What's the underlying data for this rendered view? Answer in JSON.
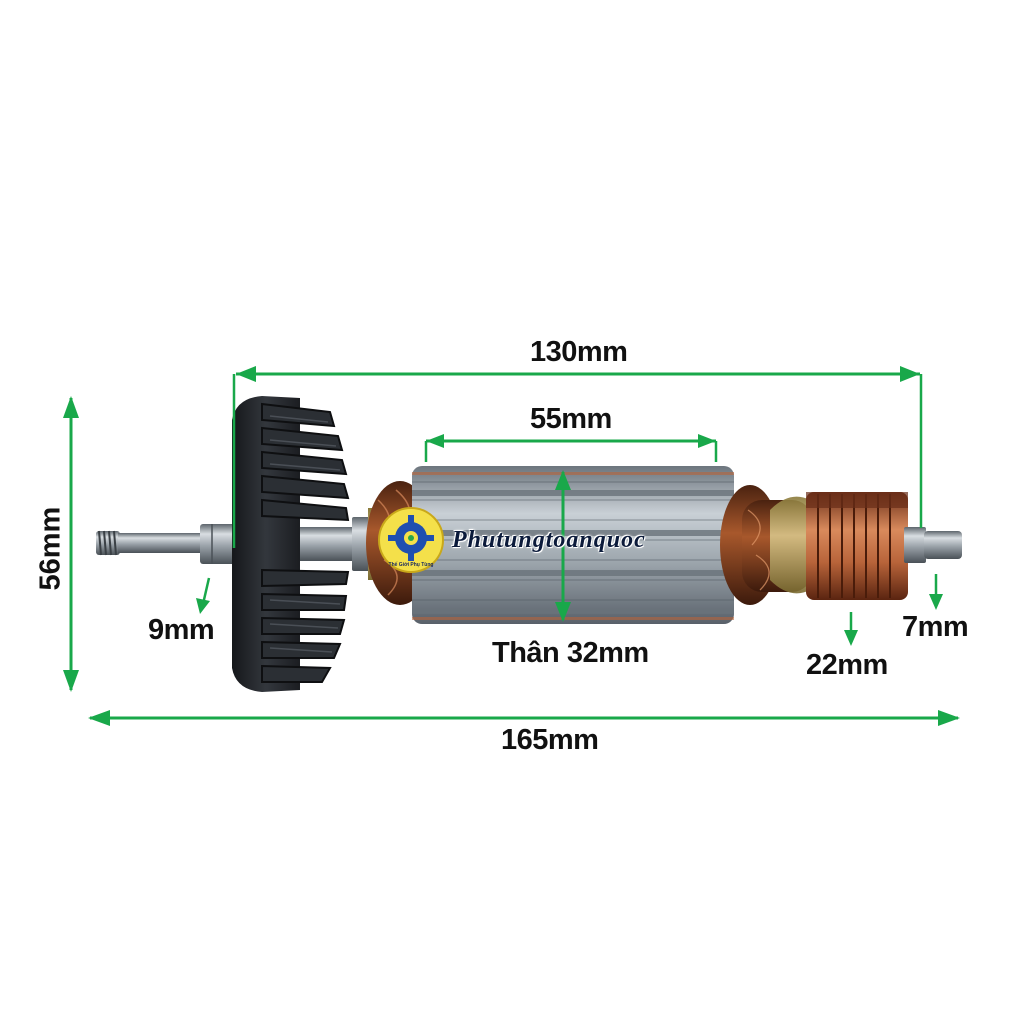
{
  "dimensions": {
    "overall_length": "165mm",
    "body_length": "130mm",
    "core_length": "55mm",
    "height": "56mm",
    "body_diameter": "Thân 32mm",
    "shaft_left": "9mm",
    "commutator": "22mm",
    "shaft_right": "7mm"
  },
  "watermark": {
    "brand": "Phutungtoanquoc",
    "logo_caption": "Thế Giới Phụ Tùng"
  },
  "colors": {
    "arrow": "#19a84a",
    "background": "#ffffff",
    "label": "#111111",
    "copper": "#b8643a",
    "steel": "#a9b1b8",
    "fan": "#23262b"
  },
  "icons": [
    "gear-logo-icon"
  ]
}
